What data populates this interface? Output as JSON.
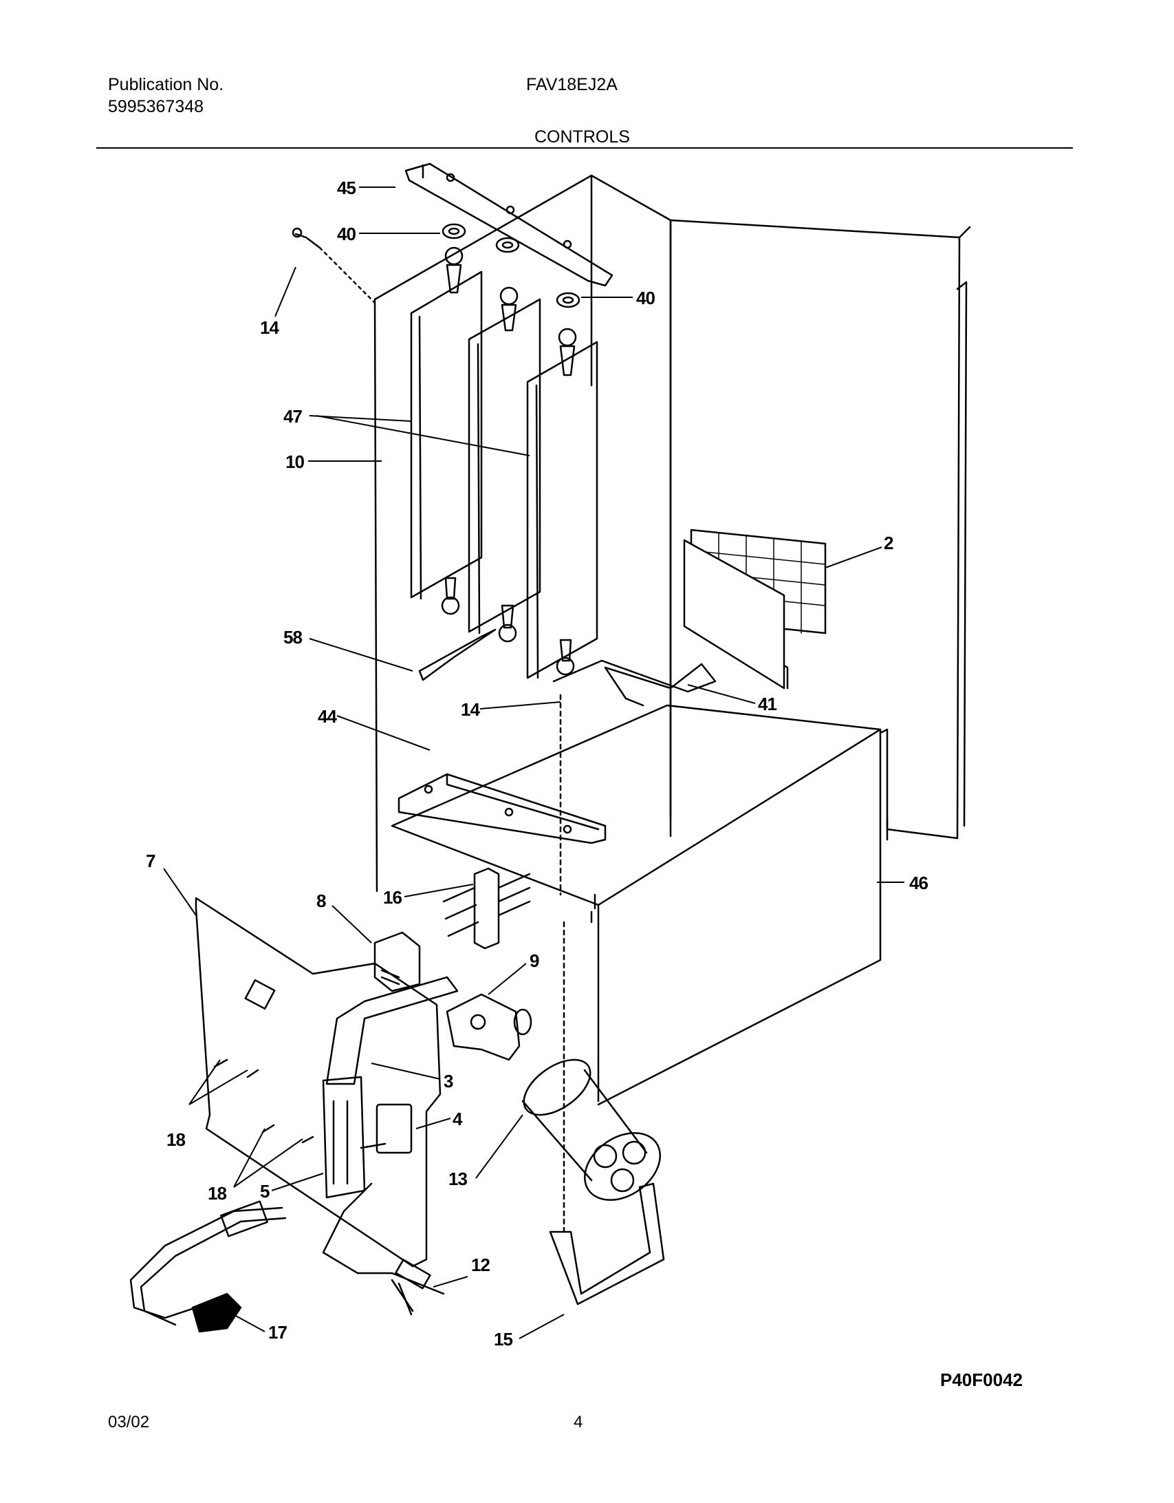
{
  "header": {
    "publication_label": "Publication No.",
    "publication_number": "5995367348",
    "model": "FAV18EJ2A",
    "section_title": "CONTROLS"
  },
  "diagram": {
    "callouts": [
      {
        "id": "45",
        "label": "45"
      },
      {
        "id": "40a",
        "label": "40"
      },
      {
        "id": "40b",
        "label": "40"
      },
      {
        "id": "14a",
        "label": "14"
      },
      {
        "id": "47",
        "label": "47"
      },
      {
        "id": "10",
        "label": "10"
      },
      {
        "id": "2",
        "label": "2"
      },
      {
        "id": "58",
        "label": "58"
      },
      {
        "id": "41",
        "label": "41"
      },
      {
        "id": "14b",
        "label": "14"
      },
      {
        "id": "44",
        "label": "44"
      },
      {
        "id": "7",
        "label": "7"
      },
      {
        "id": "46",
        "label": "46"
      },
      {
        "id": "16",
        "label": "16"
      },
      {
        "id": "8",
        "label": "8"
      },
      {
        "id": "9",
        "label": "9"
      },
      {
        "id": "3",
        "label": "3"
      },
      {
        "id": "4",
        "label": "4"
      },
      {
        "id": "18a",
        "label": "18"
      },
      {
        "id": "18b",
        "label": "18"
      },
      {
        "id": "5",
        "label": "5"
      },
      {
        "id": "13",
        "label": "13"
      },
      {
        "id": "12",
        "label": "12"
      },
      {
        "id": "17",
        "label": "17"
      },
      {
        "id": "15",
        "label": "15"
      }
    ]
  },
  "footer": {
    "figure_code": "P40F0042",
    "date": "03/02",
    "page": "4"
  }
}
